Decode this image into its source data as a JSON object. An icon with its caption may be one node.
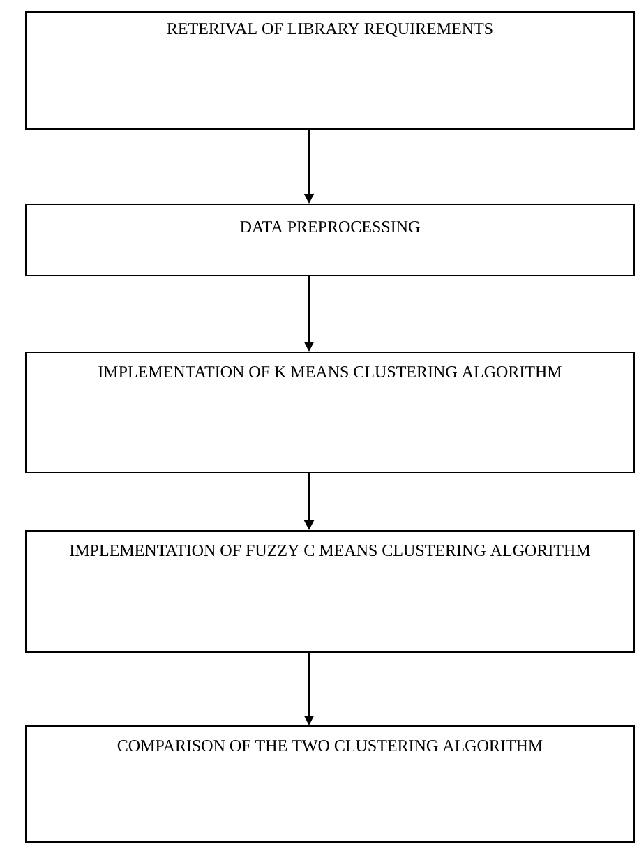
{
  "diagram": {
    "nodes": [
      {
        "text": [
          "RETERIVAL OF LIBRARY REQUIREMENTS"
        ]
      },
      {
        "text": [
          "DATA PREPROCESSING"
        ]
      },
      {
        "text": [
          "IMPLEMENTATION OF K MEANS CLUSTERING ALGORITHM"
        ]
      },
      {
        "text": [
          "IMPLEMENTATION OF FUZZY C MEANS CLUSTERING ALGORITHM"
        ]
      },
      {
        "text": [
          "COMPARISON OF THE TWO CLUSTERING ALGORITHM"
        ]
      }
    ],
    "edges": [
      {
        "from": 0,
        "to": 1,
        "arrow": "to"
      },
      {
        "from": 1,
        "to": 2,
        "arrow": "to"
      },
      {
        "from": 2,
        "to": 3,
        "arrow": "to"
      },
      {
        "from": 3,
        "to": 4,
        "arrow": "to"
      }
    ]
  }
}
